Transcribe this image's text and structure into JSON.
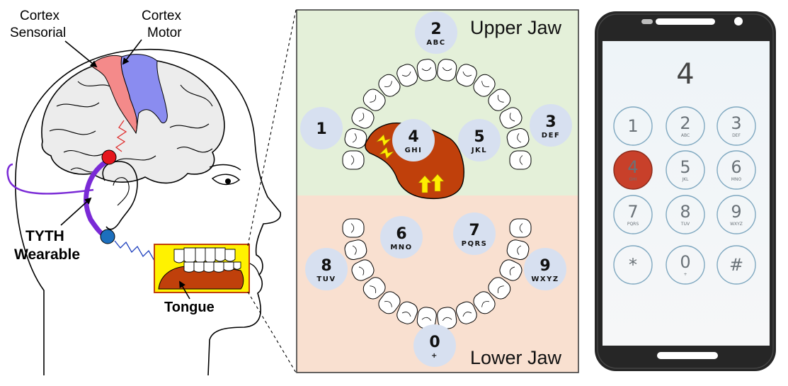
{
  "brain": {
    "cortex_sensorial": [
      "Cortex",
      "Sensorial"
    ],
    "cortex_motor": [
      "Cortex",
      "Motor"
    ],
    "wearable": [
      "TYTH",
      "Wearable"
    ],
    "tongue": "Tongue"
  },
  "jaw_panel": {
    "upper_title": "Upper Jaw",
    "lower_title": "Lower Jaw",
    "keys": [
      {
        "num": "1",
        "letters": ""
      },
      {
        "num": "2",
        "letters": "ABC"
      },
      {
        "num": "3",
        "letters": "DEF"
      },
      {
        "num": "4",
        "letters": "GHI"
      },
      {
        "num": "5",
        "letters": "JKL"
      },
      {
        "num": "6",
        "letters": "MNO"
      },
      {
        "num": "7",
        "letters": "PQRS"
      },
      {
        "num": "8",
        "letters": "TUV"
      },
      {
        "num": "9",
        "letters": "WXYZ"
      },
      {
        "num": "0",
        "letters": "+"
      }
    ]
  },
  "phone": {
    "display": "4",
    "keys": [
      {
        "num": "1",
        "letters": ""
      },
      {
        "num": "2",
        "letters": "ABC"
      },
      {
        "num": "3",
        "letters": "DEF"
      },
      {
        "num": "4",
        "letters": "GHI",
        "active": true
      },
      {
        "num": "5",
        "letters": "JKL"
      },
      {
        "num": "6",
        "letters": "MNO"
      },
      {
        "num": "7",
        "letters": "PQRS"
      },
      {
        "num": "8",
        "letters": "TUV"
      },
      {
        "num": "9",
        "letters": "WXYZ"
      },
      {
        "num": "*",
        "letters": ""
      },
      {
        "num": "0",
        "letters": "+"
      },
      {
        "num": "#",
        "letters": ""
      }
    ]
  },
  "colors": {
    "upper_bg": "#e4f0d9",
    "lower_bg": "#f9e0d0",
    "key_circle": "#d7e0f0",
    "tongue": "#c0400b",
    "sensorial": "#f48a8a",
    "motor": "#8a8cf0",
    "active_key": "#c8402a"
  }
}
